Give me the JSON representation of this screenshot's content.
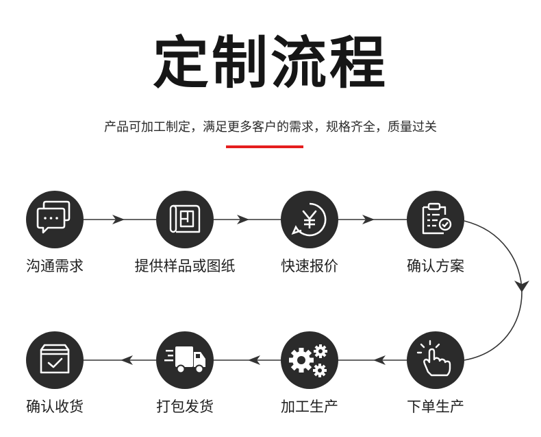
{
  "header": {
    "title": "定制流程",
    "subtitle": "产品可加工制定，满足更多客户的需求，规格齐全，质量过关"
  },
  "accent_color": "#e51e1e",
  "circle_color": "#2b2b2b",
  "steps": [
    {
      "label": "沟通需求",
      "icon": "chat-bubbles-icon"
    },
    {
      "label": "提供样品或图纸",
      "icon": "blueprint-scroll-icon"
    },
    {
      "label": "快速报价",
      "icon": "yen-quote-icon"
    },
    {
      "label": "确认方案",
      "icon": "clipboard-check-icon"
    },
    {
      "label": "下单生产",
      "icon": "hand-tap-icon"
    },
    {
      "label": "加工生产",
      "icon": "gears-icon"
    },
    {
      "label": "打包发货",
      "icon": "delivery-truck-icon"
    },
    {
      "label": "确认收货",
      "icon": "box-check-icon"
    }
  ]
}
